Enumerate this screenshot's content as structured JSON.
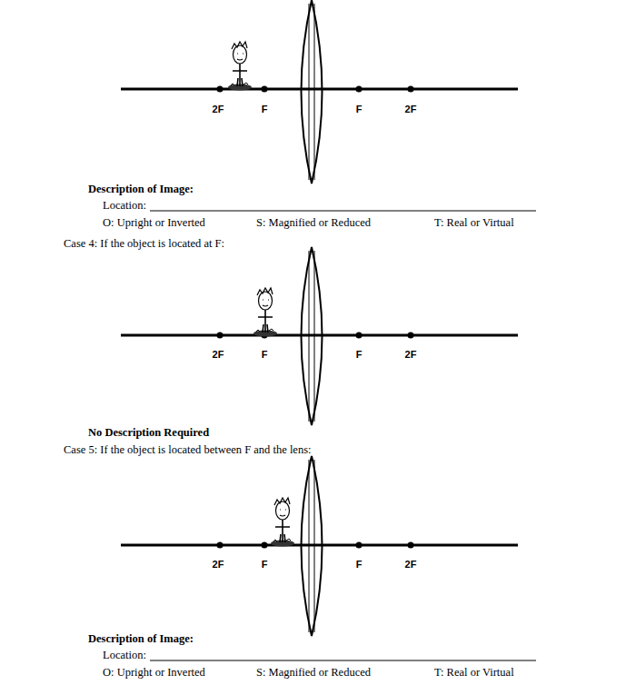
{
  "diagram": {
    "labels": [
      "2F",
      "F",
      "F",
      "2F",
      "Description of Image:",
      "Location:",
      "O: Upright or Inverted",
      "S: Magnified or Reduced",
      "T: Real or Virtual",
      "Case 4: If the object is located at F:",
      "2F",
      "F",
      "F",
      "2F",
      "No Description Required",
      "Case 5: If the object is located between F and the lens:",
      "2F",
      "F",
      "F",
      "2F",
      "Description of Image:",
      "Location:",
      "O: Upright or Inverted",
      "S: Magnified or Reduced",
      "T: Real or Virtual"
    ]
  }
}
